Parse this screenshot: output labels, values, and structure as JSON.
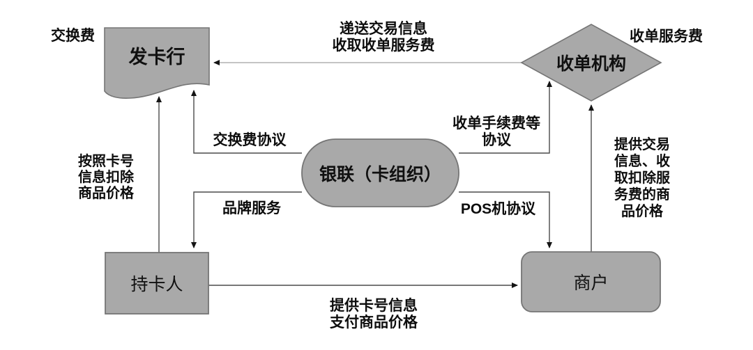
{
  "diagram": {
    "topic": "card-payment-four-party-scheme",
    "nodes": {
      "issuer": {
        "label": "发卡行",
        "shape": "document"
      },
      "acquirer": {
        "label": "收单机构",
        "shape": "diamond"
      },
      "card_org": {
        "label": "银联（卡组织）",
        "shape": "stadium"
      },
      "cardholder": {
        "label": "持卡人",
        "shape": "rectangle"
      },
      "merchant": {
        "label": "商户",
        "shape": "rounded-rectangle"
      }
    },
    "labels": {
      "interchange_fee": "交换费",
      "acquiring_service_fee": "收单服务费",
      "deliver_info": "递送交易信息\n收取收单服务费",
      "interchange_agreement": "交换费协议",
      "acquiring_fee_agreement": "收单手续费等\n协议",
      "brand_service": "品牌服务",
      "pos_agreement": "POS机协议",
      "deduct_by_card": "按照卡号\n信息扣除\n商品价格",
      "provide_transaction_info": "提供交易\n信息、收\n取扣除服\n务费的商\n品价格",
      "provide_card_info": "提供卡号信息\n支付商品价格"
    },
    "colors": {
      "node_fill": "#a9a9a9",
      "node_border": "#757575",
      "line": "#4a4a4a",
      "light_line": "#b0b0b0",
      "arrowhead": "#141414",
      "text": "#0d0d0d",
      "background": "#ffffff"
    }
  }
}
